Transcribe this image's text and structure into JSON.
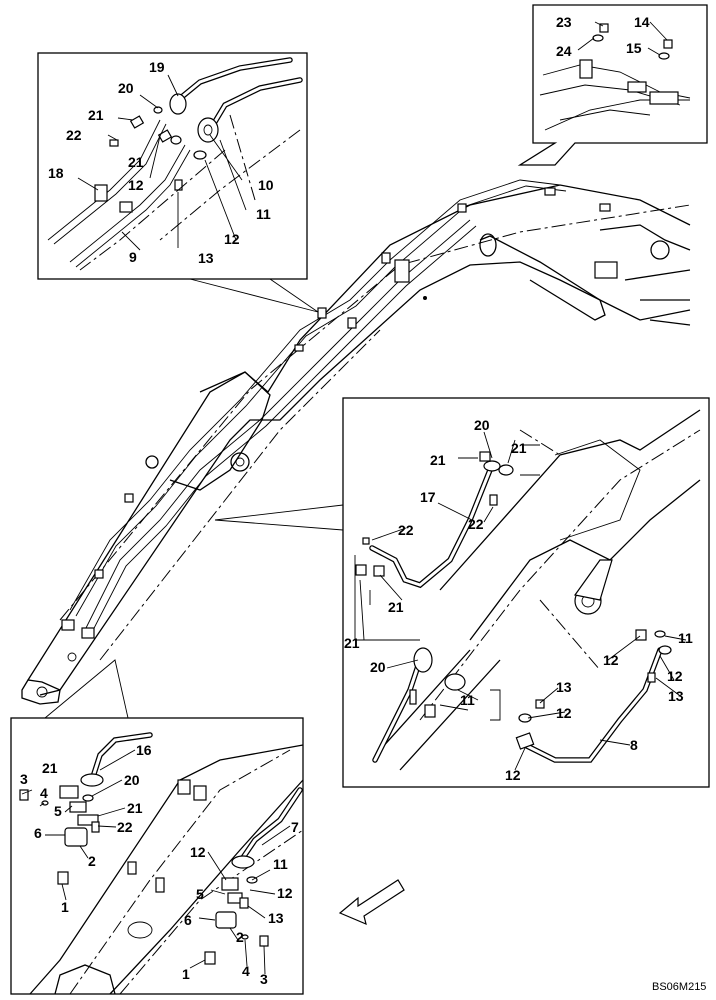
{
  "diagram": {
    "drawing_code": "BS06M215",
    "callouts": {
      "top_left": [
        "19",
        "20",
        "21",
        "22",
        "18",
        "21",
        "12",
        "10",
        "11",
        "12",
        "13",
        "9"
      ],
      "top_right": [
        "23",
        "14",
        "24",
        "15"
      ],
      "right": [
        "20",
        "21",
        "21",
        "17",
        "22",
        "22",
        "21",
        "21",
        "20",
        "11",
        "11",
        "12",
        "12",
        "13",
        "13",
        "12",
        "8",
        "12"
      ],
      "bottom_left": [
        "16",
        "21",
        "3",
        "20",
        "4",
        "5",
        "21",
        "6",
        "22",
        "2",
        "7",
        "1",
        "12",
        "11",
        "5",
        "12",
        "6",
        "13",
        "2",
        "1",
        "4",
        "3"
      ]
    }
  }
}
